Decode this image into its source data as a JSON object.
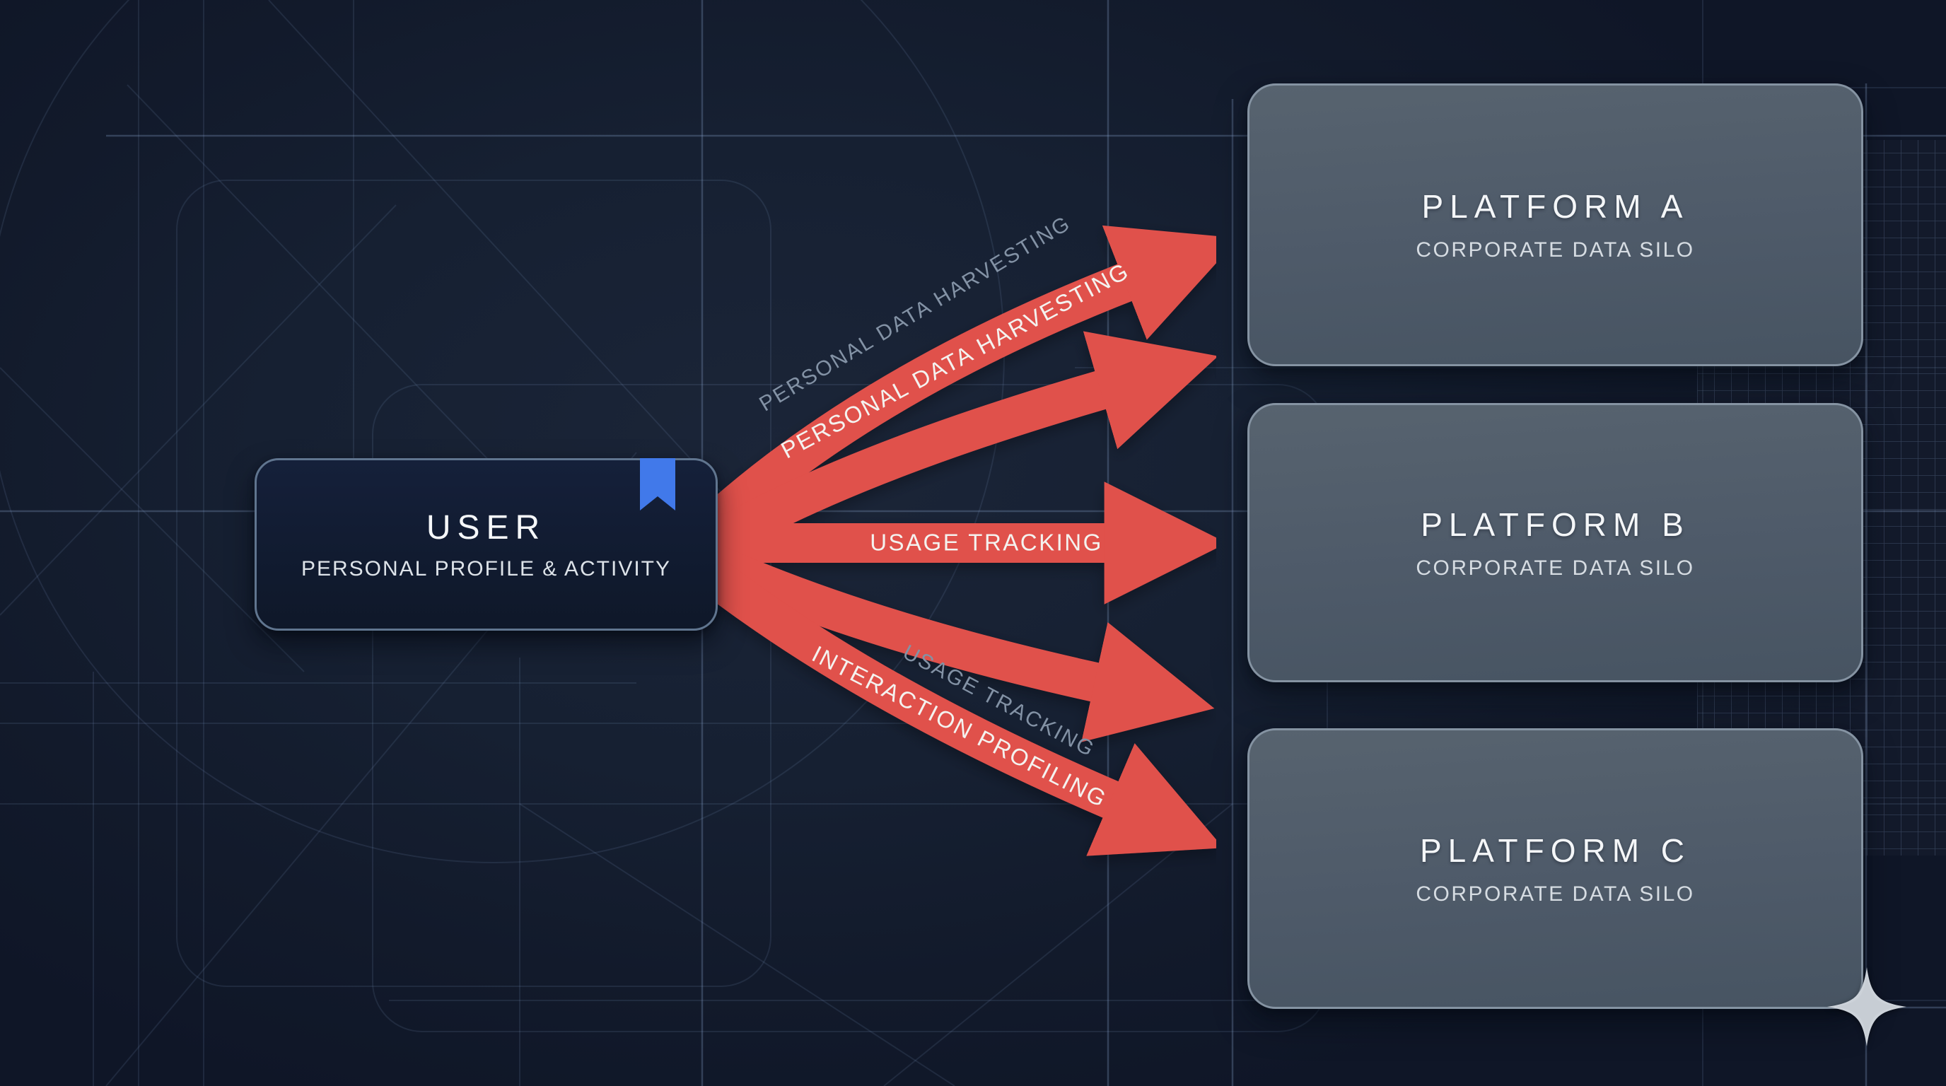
{
  "diagram": {
    "title": "User data flow into corporate platform silos",
    "colors": {
      "background": "#131b2c",
      "blueprint_line": "#7a94be",
      "arrow_red": "#e0514b",
      "platform_fill": "#4e5a69",
      "platform_border": "#8593a2",
      "user_fill": "#101a2e",
      "user_border": "#60758f",
      "bookmark_blue": "#4179ea",
      "label_white": "#f4f2ef",
      "label_ghost_gray": "#8392a5",
      "sparkle_gray": "#ccd2d9"
    },
    "user_node": {
      "title": "USER",
      "subtitle": "PERSONAL PROFILE & ACTIVITY",
      "icon": "bookmark-icon"
    },
    "platform_nodes": [
      {
        "title": "PLATFORM A",
        "subtitle": "CORPORATE DATA SILO"
      },
      {
        "title": "PLATFORM B",
        "subtitle": "CORPORATE DATA SILO"
      },
      {
        "title": "PLATFORM C",
        "subtitle": "CORPORATE DATA SILO"
      }
    ],
    "flow_labels": {
      "harvesting_ghost": "PERSONAL DATA HARVESTING",
      "harvesting": "PERSONAL DATA HARVESTING",
      "usage": "USAGE TRACKING",
      "usage_ghost": "USAGE TRACKING",
      "profiling": "INTERACTION PROFILING"
    },
    "decorations": {
      "sparkle": "four-point-star"
    }
  }
}
